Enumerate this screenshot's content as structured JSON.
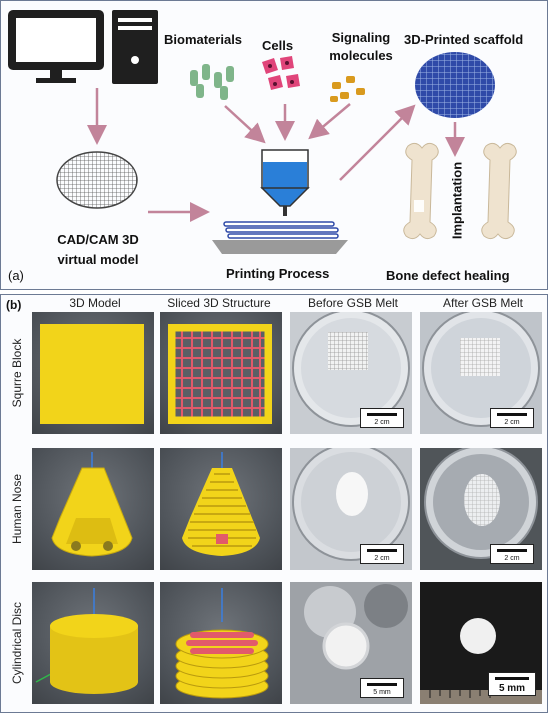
{
  "panel_a": {
    "label": "(a)",
    "biomaterials": "Biomaterials",
    "cells": "Cells",
    "signaling_line1": "Signaling",
    "signaling_line2": "molecules",
    "scaffold": "3D-Printed scaffold",
    "cad_line1": "CAD/CAM 3D",
    "cad_line2": "virtual model",
    "printing": "Printing Process",
    "implantation": "Implantation",
    "healing": "Bone defect healing"
  },
  "panel_b": {
    "label": "(b)",
    "columns": [
      "3D Model",
      "Sliced 3D Structure",
      "Before GSB Melt",
      "After GSB Melt"
    ],
    "rows": [
      "Squrre Block",
      "Human Nose",
      "Cylindrical Disc"
    ],
    "scale": {
      "r1c3": "2 cm",
      "r1c4": "2 cm",
      "r2c3": "2 cm",
      "r2c4": "2 cm",
      "r3c3": "5 mm",
      "r3c4": "5 mm"
    }
  },
  "colors": {
    "arrow": "#c2849a",
    "yellow": "#f2d41a",
    "red_slice": "#e25a6a",
    "blue_ink": "#2a7fd8",
    "scaffold_blue": "#2f4aa8",
    "bone": "#efe3cf"
  }
}
